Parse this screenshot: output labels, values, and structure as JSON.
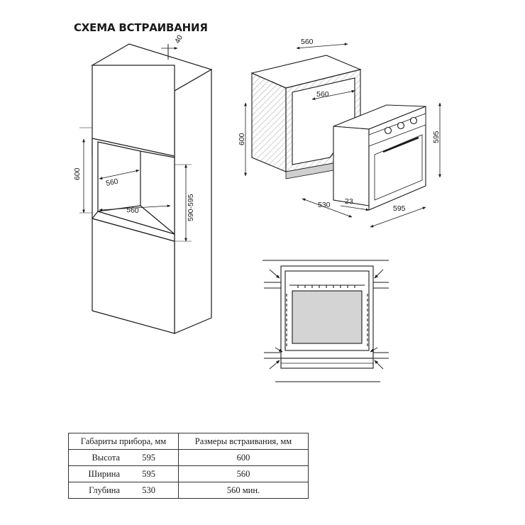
{
  "title": "СХЕМА ВСТРАИВАНИЯ",
  "cabinet_dims": {
    "top": "40",
    "height": "600",
    "depth": "560",
    "width": "560",
    "side": "590-595"
  },
  "iso_dims": {
    "top_width": "560",
    "inner_depth": "560",
    "height": "600",
    "oven_depth": "530",
    "panel": "23",
    "oven_width": "595",
    "oven_height": "595"
  },
  "table": {
    "headers": [
      "Габариты прибора, мм",
      "Размеры встраивания, мм"
    ],
    "rows": [
      {
        "name": "Высота",
        "device": "595",
        "install": "600"
      },
      {
        "name": "Ширина",
        "device": "595",
        "install": "560"
      },
      {
        "name": "Глубина",
        "device": "530",
        "install": "560 мин."
      }
    ]
  }
}
